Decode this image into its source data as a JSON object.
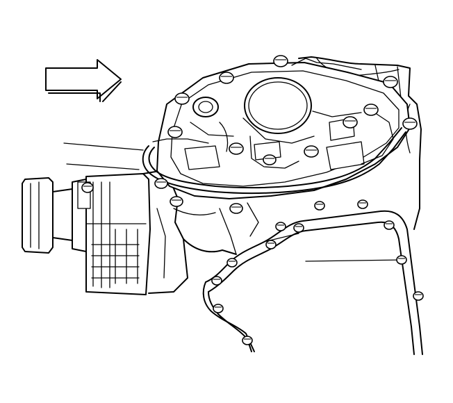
{
  "figure": {
    "domain": "Diagram",
    "subject": "",
    "colors": {
      "line": "#000000",
      "background": "#ffffff"
    },
    "arrow": {
      "direction": "right",
      "icon": "arrow-right-icon"
    },
    "visible_fasteners": 27
  }
}
